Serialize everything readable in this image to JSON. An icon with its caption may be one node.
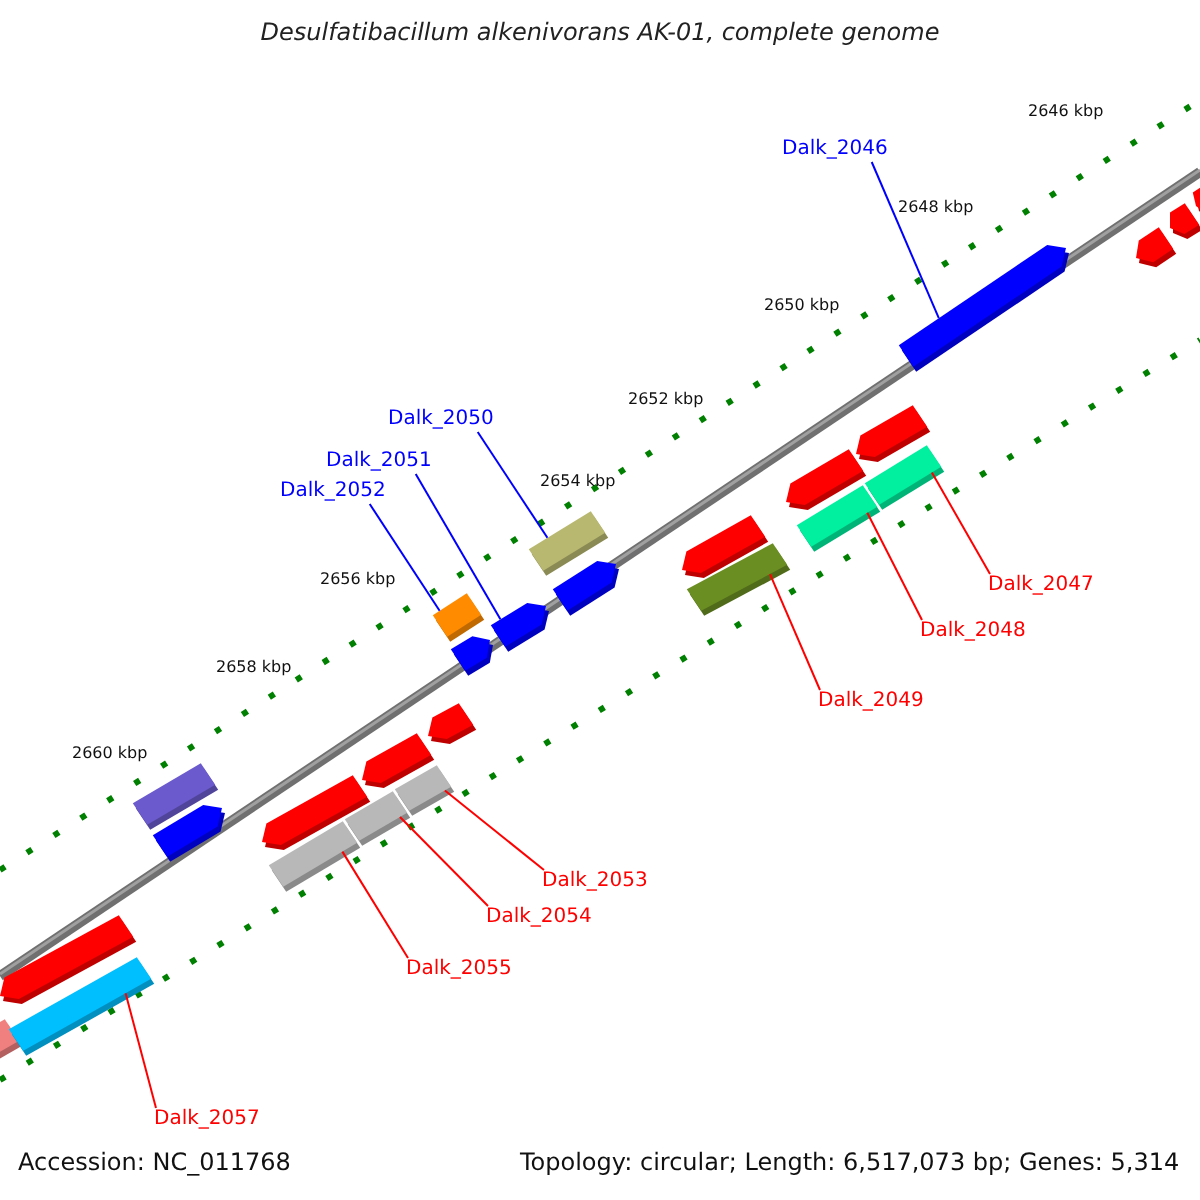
{
  "diagram": {
    "title": "Desulfatibacillum alkenivorans AK-01, complete genome",
    "nodes": [
      {
        "text": [
          "Dalk_2046"
        ]
      },
      {
        "text": [
          "Dalk_2050"
        ]
      },
      {
        "text": [
          "Dalk_2051"
        ]
      },
      {
        "text": [
          "Dalk_2052"
        ]
      },
      {
        "text": [
          "Dalk_2047"
        ]
      },
      {
        "text": [
          "Dalk_2048"
        ]
      },
      {
        "text": [
          "Dalk_2049"
        ]
      },
      {
        "text": [
          "Dalk_2053"
        ]
      },
      {
        "text": [
          "Dalk_2054"
        ]
      },
      {
        "text": [
          "Dalk_2055"
        ]
      },
      {
        "text": [
          "Dalk_2057"
        ]
      },
      {
        "text": [],
        "shape": "bar"
      },
      {
        "text": [],
        "shape": "arrow"
      },
      {
        "text": [],
        "shape": "bar"
      },
      {
        "text": [],
        "shape": "bar"
      },
      {
        "text": [],
        "shape": "arrow"
      },
      {
        "text": [],
        "shape": "arrow"
      },
      {
        "text": [],
        "shape": "bar"
      },
      {
        "text": [],
        "shape": "bar"
      },
      {
        "text": [],
        "shape": "arrow"
      },
      {
        "text": [],
        "shape": "bar"
      },
      {
        "text": [],
        "shape": "arrow"
      },
      {
        "text": [],
        "shape": "bar"
      },
      {
        "text": [],
        "shape": "arrow"
      },
      {
        "text": [],
        "shape": "arrow"
      },
      {
        "text": [],
        "shape": "bar"
      },
      {
        "text": [],
        "shape": "arrow"
      },
      {
        "text": [],
        "shape": "arrow"
      },
      {
        "text": [],
        "shape": "bar"
      },
      {
        "text": [],
        "shape": "arrow"
      },
      {
        "text": [],
        "shape": "bar"
      },
      {
        "text": [],
        "shape": "arrow"
      },
      {
        "text": [],
        "shape": "bar"
      },
      {
        "text": [],
        "shape": "arrow"
      },
      {
        "text": [],
        "shape": "arrow"
      },
      {
        "text": [],
        "shape": "arrow"
      },
      {
        "text": [],
        "shape": "arrow"
      }
    ],
    "edges": [
      {
        "from": 0,
        "to": 33,
        "arrow": "none",
        "color": "#0000ff"
      },
      {
        "from": 1,
        "to": 25,
        "arrow": "none",
        "color": "#0000ff"
      },
      {
        "from": 2,
        "to": 24,
        "arrow": "none",
        "color": "#0000ff"
      },
      {
        "from": 3,
        "to": 22,
        "arrow": "none",
        "color": "#0000ff"
      },
      {
        "from": 4,
        "to": 32,
        "arrow": "none"
      },
      {
        "from": 5,
        "to": 30,
        "arrow": "none"
      },
      {
        "from": 6,
        "to": 28,
        "arrow": "none"
      },
      {
        "from": 7,
        "to": 20,
        "arrow": "none"
      },
      {
        "from": 8,
        "to": 18,
        "arrow": "none"
      },
      {
        "from": 9,
        "to": 17,
        "arrow": "none"
      },
      {
        "from": 10,
        "to": 13,
        "arrow": "none"
      }
    ],
    "labels": [
      "2646 kbp",
      "2648 kbp",
      "2650 kbp",
      "2652 kbp",
      "2654 kbp",
      "2656 kbp",
      "2658 kbp",
      "2660 kbp",
      "Accession: NC_011768",
      "Topology: circular; Length: 6,517,073 bp; Genes: 5,314"
    ]
  }
}
